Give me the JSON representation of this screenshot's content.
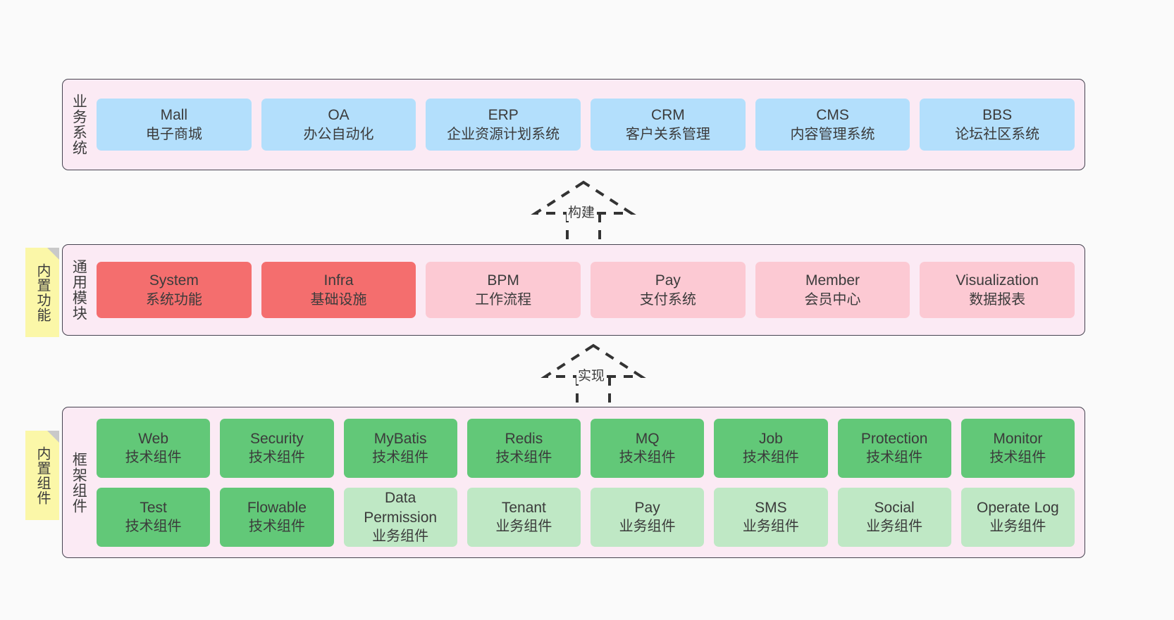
{
  "canvas": {
    "background": "#fafafa",
    "accent_border": "#464350",
    "layer_bg": "#fbeaf4",
    "note_bg": "#fbf7a8",
    "colors": {
      "blue": "#b3dffc",
      "red": "#f46e6e",
      "pink": "#fcc9d3",
      "green": "#62c878",
      "light_green": "#bfe8c5"
    }
  },
  "layers": [
    {
      "id": "business-system",
      "title": "业务系统",
      "rows": [
        [
          {
            "name": "Mall",
            "sub": "电子商城",
            "color": "blue"
          },
          {
            "name": "OA",
            "sub": "办公自动化",
            "color": "blue"
          },
          {
            "name": "ERP",
            "sub": "企业资源计划系统",
            "color": "blue"
          },
          {
            "name": "CRM",
            "sub": "客户关系管理",
            "color": "blue"
          },
          {
            "name": "CMS",
            "sub": "内容管理系统",
            "color": "blue"
          },
          {
            "name": "BBS",
            "sub": "论坛社区系统",
            "color": "blue"
          }
        ]
      ]
    },
    {
      "id": "common-module",
      "title": "通用模块",
      "note": "内置功能",
      "rows": [
        [
          {
            "name": "System",
            "sub": "系统功能",
            "color": "red"
          },
          {
            "name": "Infra",
            "sub": "基础设施",
            "color": "red"
          },
          {
            "name": "BPM",
            "sub": "工作流程",
            "color": "pink"
          },
          {
            "name": "Pay",
            "sub": "支付系统",
            "color": "pink"
          },
          {
            "name": "Member",
            "sub": "会员中心",
            "color": "pink"
          },
          {
            "name": "Visualization",
            "sub": "数据报表",
            "color": "pink"
          }
        ]
      ]
    },
    {
      "id": "framework-component",
      "title": "框架组件",
      "note": "内置组件",
      "rows": [
        [
          {
            "name": "Web",
            "sub": "技术组件",
            "color": "green"
          },
          {
            "name": "Security",
            "sub": "技术组件",
            "color": "green"
          },
          {
            "name": "MyBatis",
            "sub": "技术组件",
            "color": "green"
          },
          {
            "name": "Redis",
            "sub": "技术组件",
            "color": "green"
          },
          {
            "name": "MQ",
            "sub": "技术组件",
            "color": "green"
          },
          {
            "name": "Job",
            "sub": "技术组件",
            "color": "green"
          },
          {
            "name": "Protection",
            "sub": "技术组件",
            "color": "green"
          },
          {
            "name": "Monitor",
            "sub": "技术组件",
            "color": "green"
          }
        ],
        [
          {
            "name": "Test",
            "sub": "技术组件",
            "color": "green"
          },
          {
            "name": "Flowable",
            "sub": "技术组件",
            "color": "green"
          },
          {
            "name": "Data Permission",
            "sub": "业务组件",
            "color": "light_green",
            "wrap": true
          },
          {
            "name": "Tenant",
            "sub": "业务组件",
            "color": "light_green"
          },
          {
            "name": "Pay",
            "sub": "业务组件",
            "color": "light_green"
          },
          {
            "name": "SMS",
            "sub": "业务组件",
            "color": "light_green"
          },
          {
            "name": "Social",
            "sub": "业务组件",
            "color": "light_green"
          },
          {
            "name": "Operate Log",
            "sub": "业务组件",
            "color": "light_green"
          }
        ]
      ]
    }
  ],
  "connectors": [
    {
      "id": "build",
      "label": "构建",
      "from": "common-module",
      "to": "business-system"
    },
    {
      "id": "implement",
      "label": "实现",
      "from": "framework-component",
      "to": "common-module"
    }
  ]
}
